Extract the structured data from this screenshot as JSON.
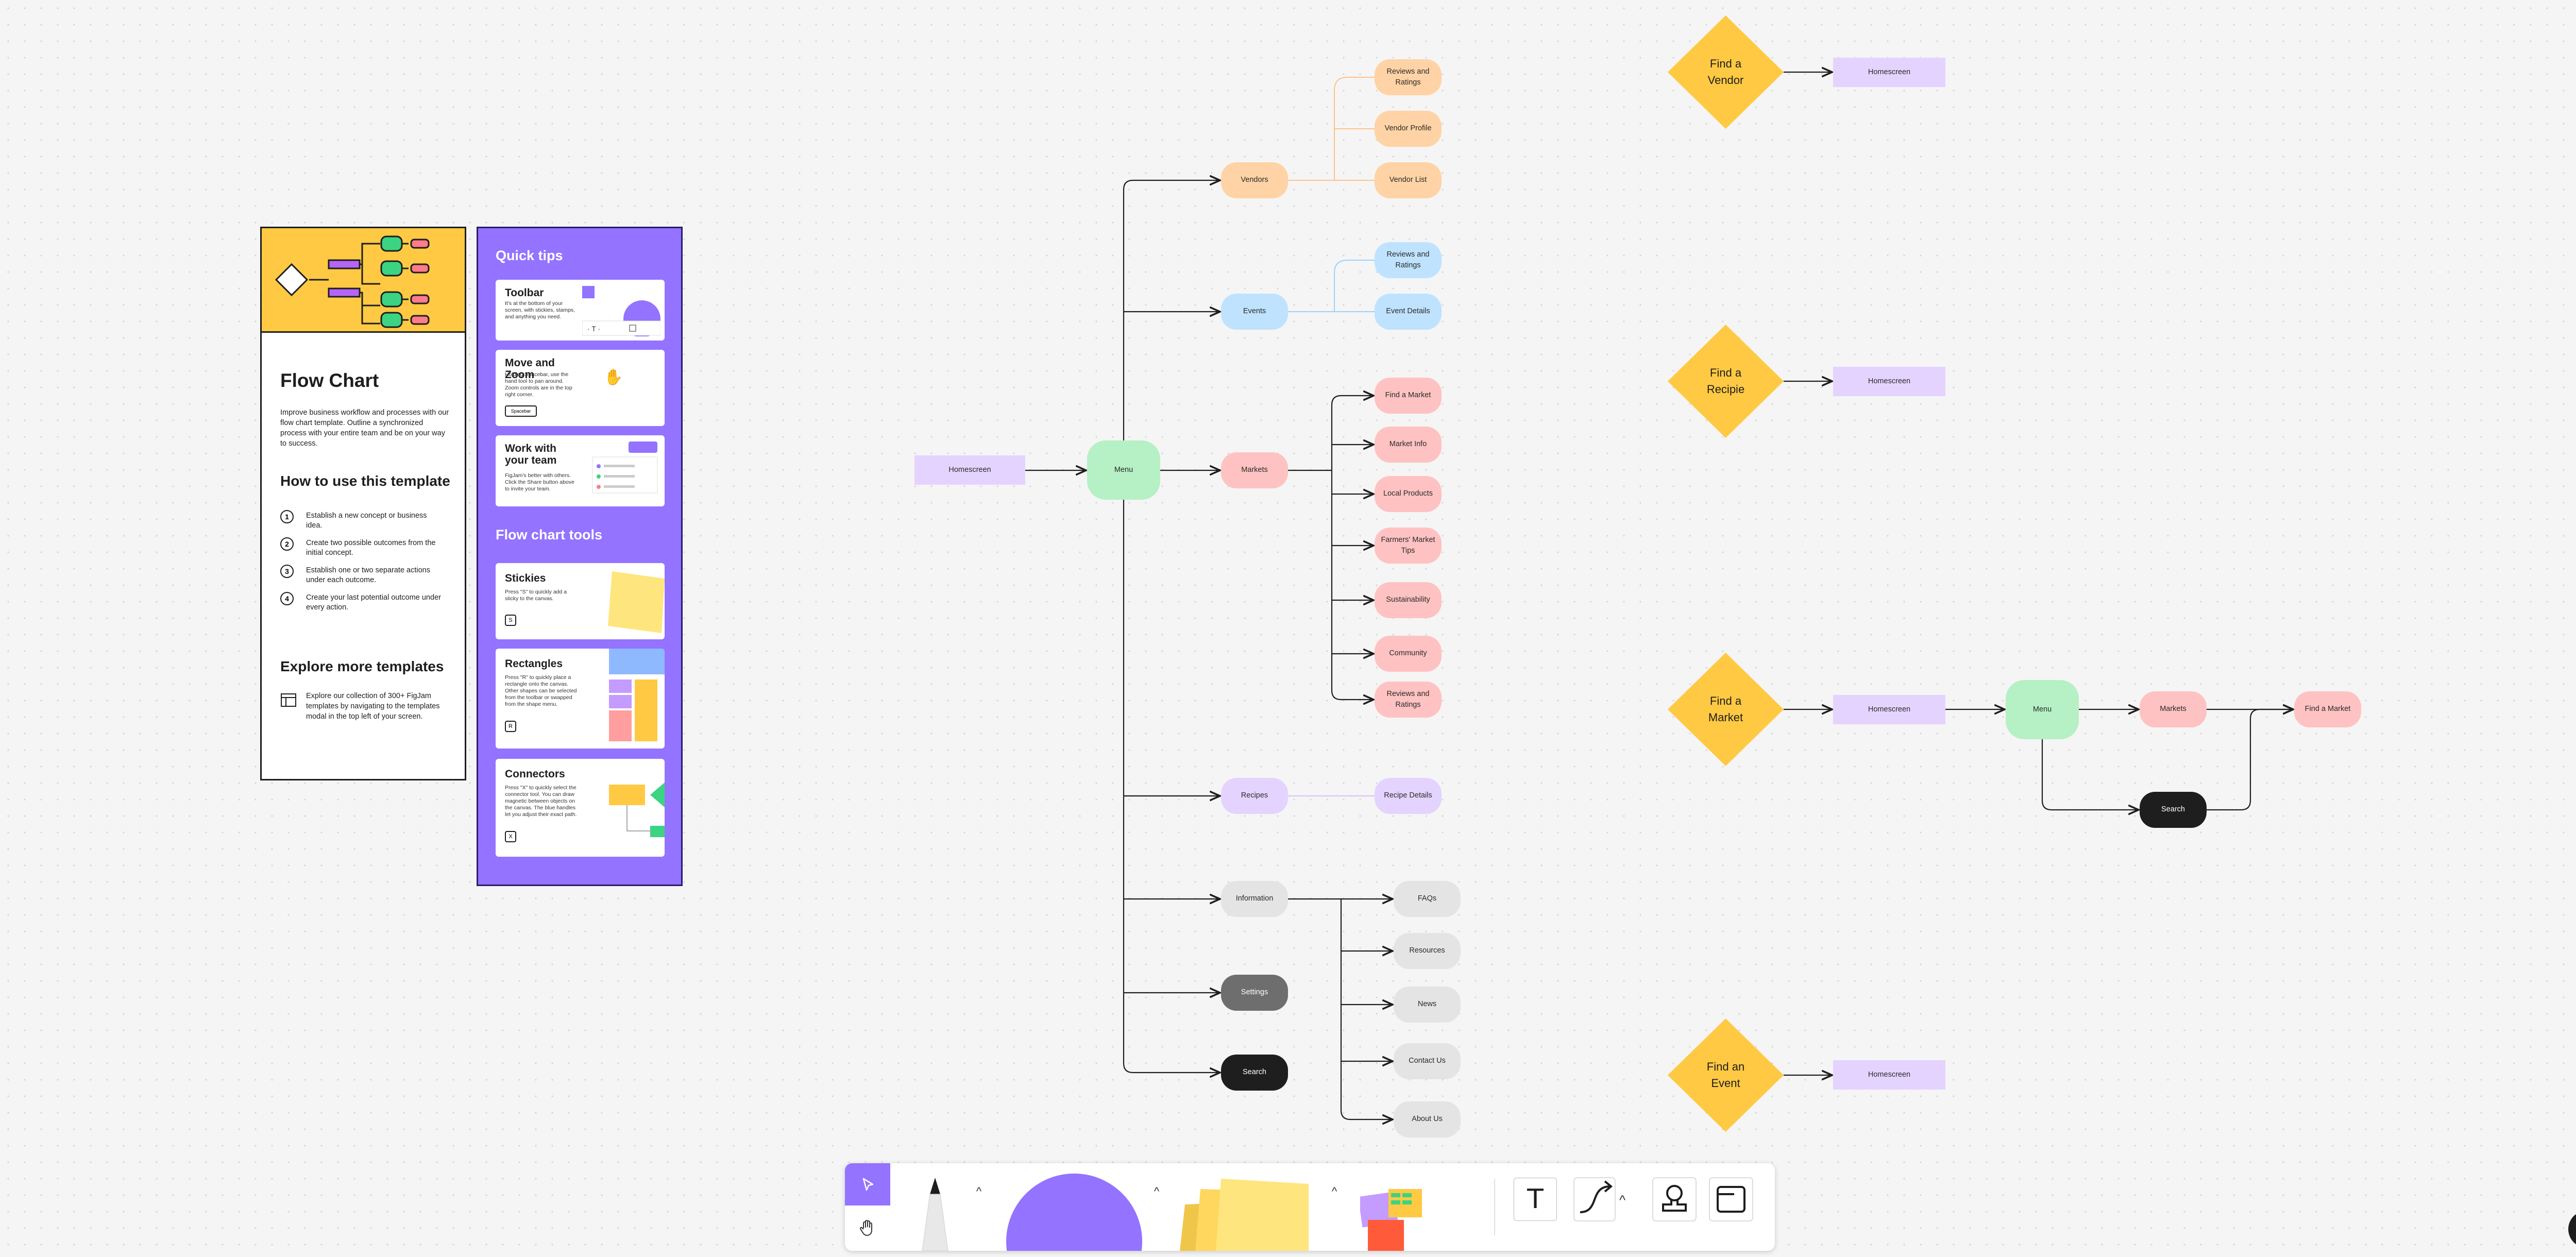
{
  "colors": {
    "orange": "#ffd3a5",
    "blue": "#bfe3ff",
    "red": "#ffc2c2",
    "purple": "#e5d3ff",
    "green": "#b6f0c5",
    "grey": "#e4e4e4",
    "dark_grey": "#6e6e6e",
    "black": "#1e1e1e",
    "yellow": "#ffc943",
    "violet": "#9373ff"
  },
  "guide": {
    "title": "Flow Chart",
    "intro": "Improve business workflow and processes with our flow chart template. Outline a synchronized process with your entire team and be on your way to success.",
    "how_title": "How to use this template",
    "steps": [
      {
        "n": "1",
        "text": "Establish a new concept or business idea."
      },
      {
        "n": "2",
        "text": "Create two possible outcomes from the initial concept."
      },
      {
        "n": "3",
        "text": "Establish one or two separate actions under each outcome."
      },
      {
        "n": "4",
        "text": "Create your last potential outcome under every action."
      }
    ],
    "explore_title": "Explore more templates",
    "explore_text": "Explore our collection of 300+ FigJam templates by navigating to the templates modal in the top left of your screen."
  },
  "tips": {
    "quick_title": "Quick tips",
    "tools_title": "Flow chart tools",
    "cards": [
      {
        "title": "Toolbar",
        "desc": "It's at the bottom of your screen, with stickies, stamps, and anything you need.",
        "key": ""
      },
      {
        "title": "Move and Zoom",
        "desc": "Holding Spacebar, use the hand tool to pan around. Zoom controls are in the top right corner.",
        "key": "Spacebar"
      },
      {
        "title": "Work with your team",
        "desc": "FigJam's better with others. Click the Share button above to invite your team.",
        "key": ""
      },
      {
        "title": "Stickies",
        "desc": "Press \"S\" to quickly add a sticky to the canvas.",
        "key": "S"
      },
      {
        "title": "Rectangles",
        "desc": "Press \"R\" to quickly place a rectangle onto the canvas. Other shapes can be selected from the toolbar or swapped from the shape menu.",
        "key": "R"
      },
      {
        "title": "Connectors",
        "desc": "Press \"X\" to quickly select the connector tool. You can draw magnetic between objects on the canvas. The blue handles let you adjust their exact path.",
        "key": "X"
      }
    ]
  },
  "flow": {
    "homescreen": "Homescreen",
    "menu": "Menu",
    "vendors": "Vendors",
    "vendor_children": [
      "Reviews and Ratings",
      "Vendor Profile",
      "Vendor List"
    ],
    "events": "Events",
    "event_children": [
      "Reviews and Ratings",
      "Event Details"
    ],
    "markets": "Markets",
    "market_children": [
      "Find a Market",
      "Market Info",
      "Local Products",
      "Farmers' Market Tips",
      "Sustainability",
      "Community",
      "Reviews and Ratings"
    ],
    "recipes": "Recipes",
    "recipe_children": [
      "Recipe Details"
    ],
    "information": "Information",
    "info_children": [
      "FAQs",
      "Resources",
      "News",
      "Contact Us",
      "About Us"
    ],
    "settings": "Settings",
    "search": "Search"
  },
  "journeys": {
    "vendor": {
      "decision": "Find a\nVendor",
      "target": "Homescreen"
    },
    "recipe": {
      "decision": "Find a\nRecipie",
      "target": "Homescreen"
    },
    "market": {
      "decision": "Find a\nMarket",
      "target": "Homescreen",
      "menu": "Menu",
      "markets": "Markets",
      "search": "Search",
      "result": "Find a Market"
    },
    "event": {
      "decision": "Find an\nEvent",
      "target": "Homescreen"
    }
  },
  "toolbar": {
    "tools": [
      "select-tool",
      "hand-tool",
      "marker-tool",
      "shape-tool",
      "sticky-tool",
      "stickers-tool",
      "text-tool",
      "connector-tool",
      "stamp-tool",
      "section-tool"
    ],
    "text_glyph": "T",
    "help": "?"
  }
}
